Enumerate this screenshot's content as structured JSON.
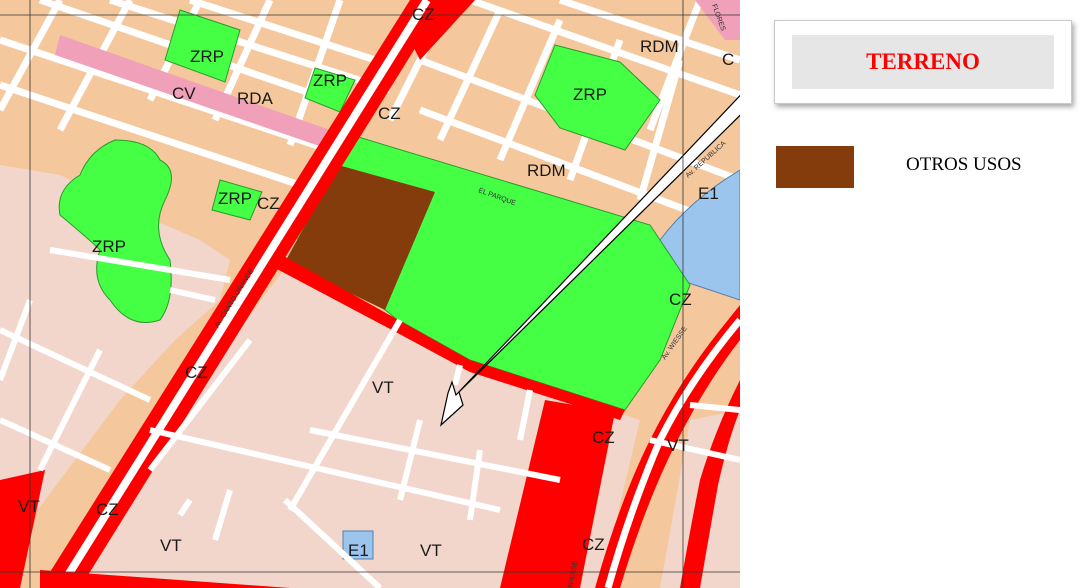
{
  "legend": {
    "terreno_label": "TERRENO",
    "otros_usos_label": "OTROS USOS",
    "otros_usos_color": "#843c0c"
  },
  "zone_colors": {
    "residential": "#f5c79c",
    "commercial_cz": "#ff0000",
    "green_zrp": "#44ff44",
    "vt": "#f2d6cb",
    "education_e1": "#9cc5ee",
    "cv": "#f0a0b8",
    "street": "#ffffff"
  },
  "zones": {
    "cz": "CZ",
    "zrp": "ZRP",
    "rdm": "RDM",
    "rda": "RDA",
    "cv": "CV",
    "vt": "VT",
    "e1": "E1",
    "c": "C"
  },
  "streets": {
    "canto_grande": "Av. CANTO GRANDE",
    "wiesse": "Av. WIESSE",
    "el_parque": "EL PARQUE",
    "republica": "Av. REPUBLICA",
    "flores": "FLORES",
    "wiesse_bottom": "WIESSE"
  }
}
